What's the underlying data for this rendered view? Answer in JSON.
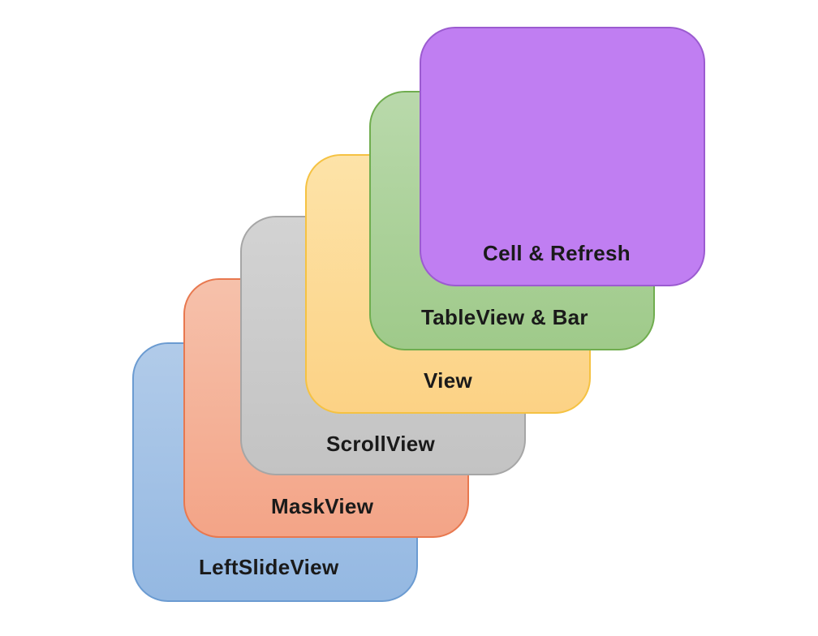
{
  "layers": [
    {
      "label": "LeftSlideView",
      "fill_top": "#b1cbe9",
      "fill_bottom": "#94b8e2",
      "border": "#6b9bd1"
    },
    {
      "label": "MaskView",
      "fill_top": "#f6c1ab",
      "fill_bottom": "#f3a487",
      "border": "#e8784f"
    },
    {
      "label": "ScrollView",
      "fill_top": "#d3d3d3",
      "fill_bottom": "#c3c3c3",
      "border": "#a6a6a6"
    },
    {
      "label": "View",
      "fill_top": "#fde3a8",
      "fill_bottom": "#fcd285",
      "border": "#f5c242"
    },
    {
      "label": "TableView & Bar",
      "fill_top": "#b9d9ab",
      "fill_bottom": "#9fca8a",
      "border": "#70ad4f"
    },
    {
      "label": "Cell & Refresh",
      "fill_top": "#c07ef2",
      "fill_bottom": "#c07ef2",
      "border": "#9b5bd0"
    }
  ]
}
